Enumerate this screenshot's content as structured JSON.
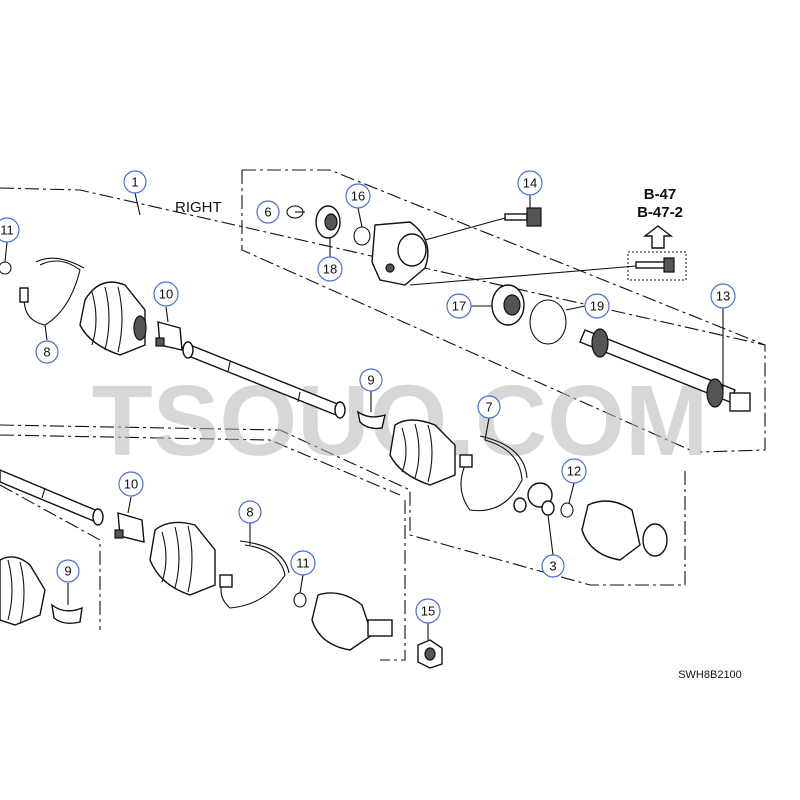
{
  "section_label": "RIGHT",
  "reference": {
    "line1": "B-47",
    "line2": "B-47-2"
  },
  "diagram_code": "SWH8B2100",
  "watermark": "TSOUQ.COM",
  "callouts": {
    "c1": "1",
    "c3": "3",
    "c6": "6",
    "c7": "7",
    "c8a": "8",
    "c8b": "8",
    "c9a": "9",
    "c9b": "9",
    "c10a": "10",
    "c10b": "10",
    "c11a": "11",
    "c11b": "11",
    "c12": "12",
    "c13": "13",
    "c14": "14",
    "c15": "15",
    "c16": "16",
    "c17": "17",
    "c18": "18",
    "c19": "19"
  }
}
